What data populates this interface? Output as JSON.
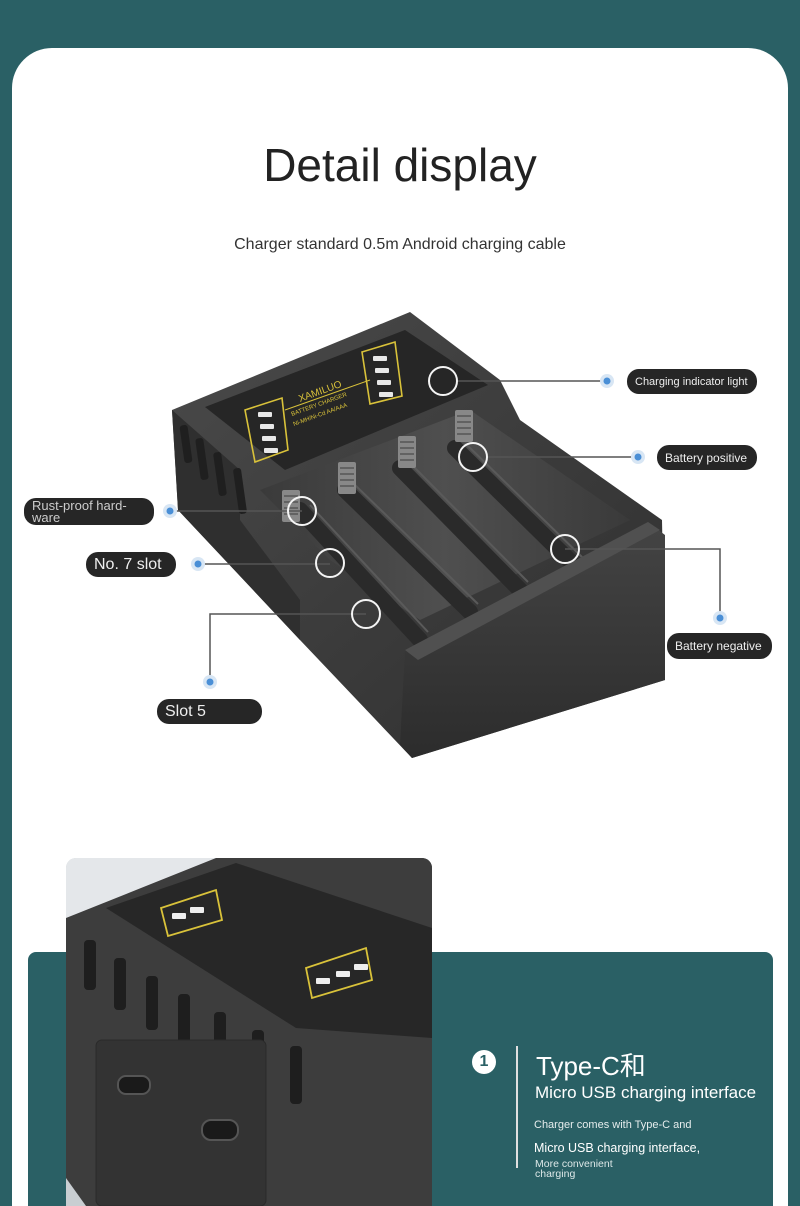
{
  "page": {
    "title": "Detail display",
    "subtitle": "Charger standard 0.5m Android charging cable"
  },
  "callouts": {
    "charging_indicator": "Charging indicator light",
    "battery_positive": "Battery positive",
    "rust_proof": "Rust-proof hard-ware",
    "no7_slot": "No. 7 slot",
    "battery_negative": "Battery negative",
    "slot5": "Slot 5"
  },
  "product": {
    "brand": "XAMILUO",
    "panel_text_1": "BATTERY CHARGER",
    "panel_text_2": "Ni-MH/Ni-Cd AA/AAA"
  },
  "feature": {
    "number": "1",
    "title": "Type-C和",
    "subtitle": "Micro USB charging interface",
    "desc_line1": "Charger comes with Type-C and",
    "desc_line2": "Micro USB charging interface,",
    "desc_line3": "More convenient charging"
  },
  "colors": {
    "teal": "#2a6065",
    "dot_blue": "#4a8fd6",
    "charger_body": "#3b3b3b",
    "panel_yellow": "#d9c23a"
  }
}
